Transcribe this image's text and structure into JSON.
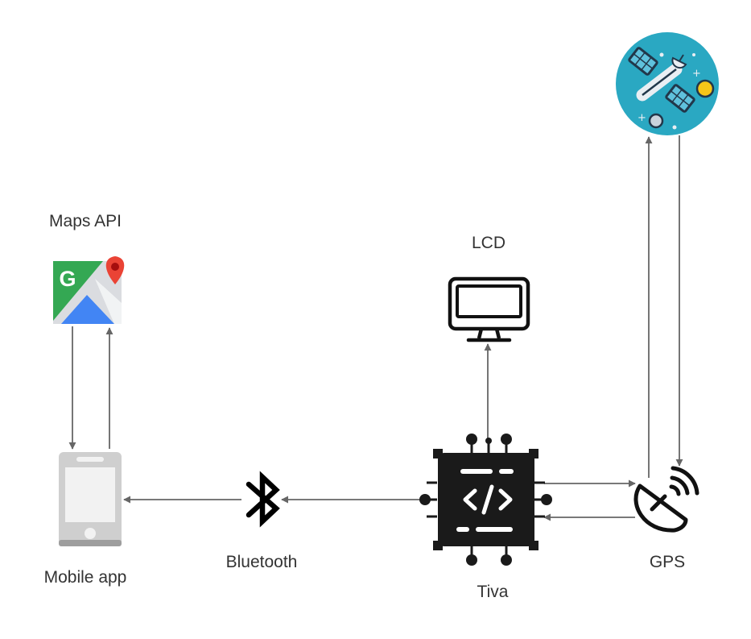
{
  "labels": {
    "maps_api": "Maps API",
    "lcd": "LCD",
    "mobile_app": "Mobile app",
    "bluetooth": "Bluetooth",
    "tiva": "Tiva",
    "gps": "GPS"
  },
  "icons": {
    "satellite": "satellite-icon",
    "maps": "google-maps-icon",
    "lcd": "monitor-icon",
    "phone": "mobile-phone-icon",
    "bluetooth": "bluetooth-icon",
    "chip": "microcontroller-chip-icon",
    "gps": "gps-dish-icon"
  },
  "colors": {
    "satellite_bg": "#2aa8c2",
    "maps_green": "#34a853",
    "maps_blue": "#4285f4",
    "maps_red": "#ea4335",
    "chip": "#1a1a1a",
    "connector": "#666666",
    "label": "#333333"
  }
}
